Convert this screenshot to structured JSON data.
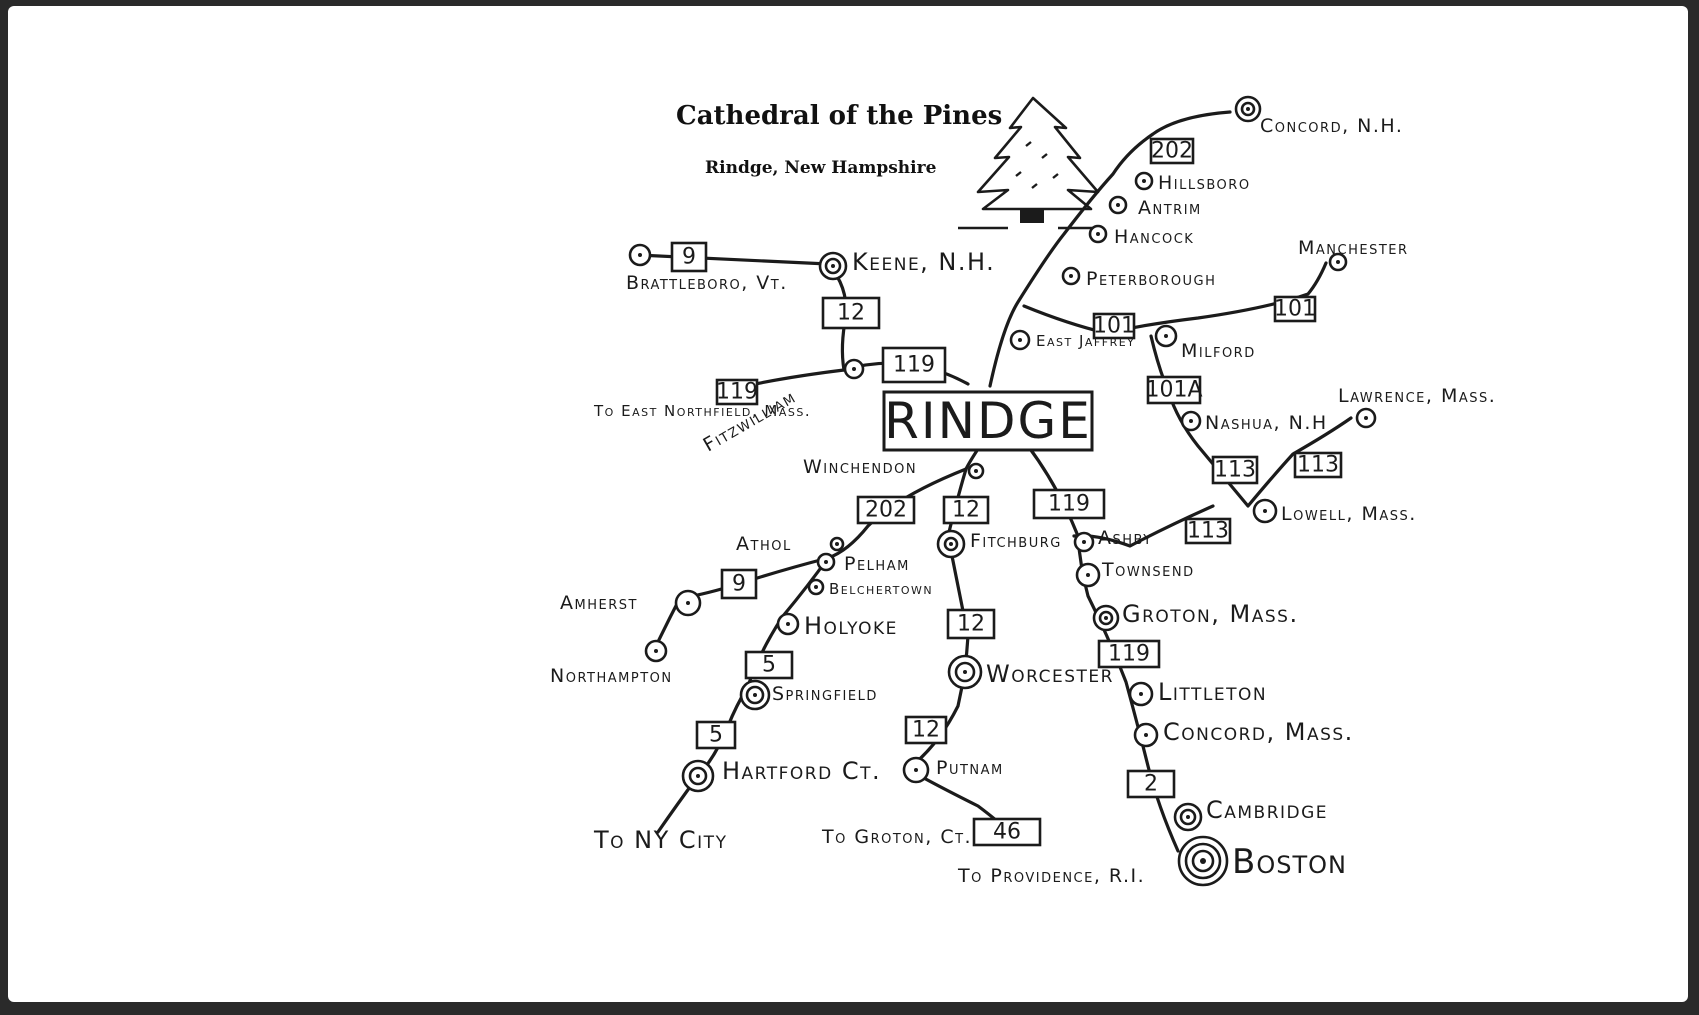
{
  "title": "Cathedral of the Pines",
  "subtitle": "Rindge, New Hampshire",
  "center": "RINDGE",
  "roads": [
    "202",
    "119",
    "119",
    "12",
    "9",
    "101",
    "101",
    "101A",
    "113",
    "113",
    "113",
    "119",
    "202",
    "12",
    "12",
    "12",
    "9",
    "5",
    "5",
    "46",
    "119",
    "2"
  ],
  "places": {
    "concord_nh": "Concord, N.H.",
    "hillsboro": "Hillsboro",
    "antrim": "Antrim",
    "hancock": "Hancock",
    "peterborough": "Peterborough",
    "manchester": "Manchester",
    "east_jaffrey": "East Jaffrey",
    "milford": "Milford",
    "nashua": "Nashua, N.H",
    "lawrence": "Lawrence, Mass.",
    "lowell": "Lowell, Mass.",
    "keene": "Keene, N.H.",
    "brattleboro": "Brattleboro, Vt.",
    "fitzwilliam": "Fitzwilliam",
    "east_northfield": "To East Northfield, Mass.",
    "winchendon": "Winchendon",
    "athol": "Athol",
    "pelham": "Pelham",
    "belchertown": "Belchertown",
    "amherst": "Amherst",
    "northampton": "Northampton",
    "holyoke": "Holyoke",
    "springfield": "Springfield",
    "hartford": "Hartford Ct.",
    "nycity": "To NY City",
    "fitchburg": "Fitchburg",
    "worcester": "Worcester",
    "putnam": "Putnam",
    "groton_ct": "To Groton, Ct.",
    "providence": "To Providence, R.I.",
    "ashby": "Ashby",
    "townsend": "Townsend",
    "groton_mass": "Groton, Mass.",
    "littleton": "Littleton",
    "concord_mass": "Concord, Mass.",
    "cambridge": "Cambridge",
    "boston": "Boston"
  }
}
